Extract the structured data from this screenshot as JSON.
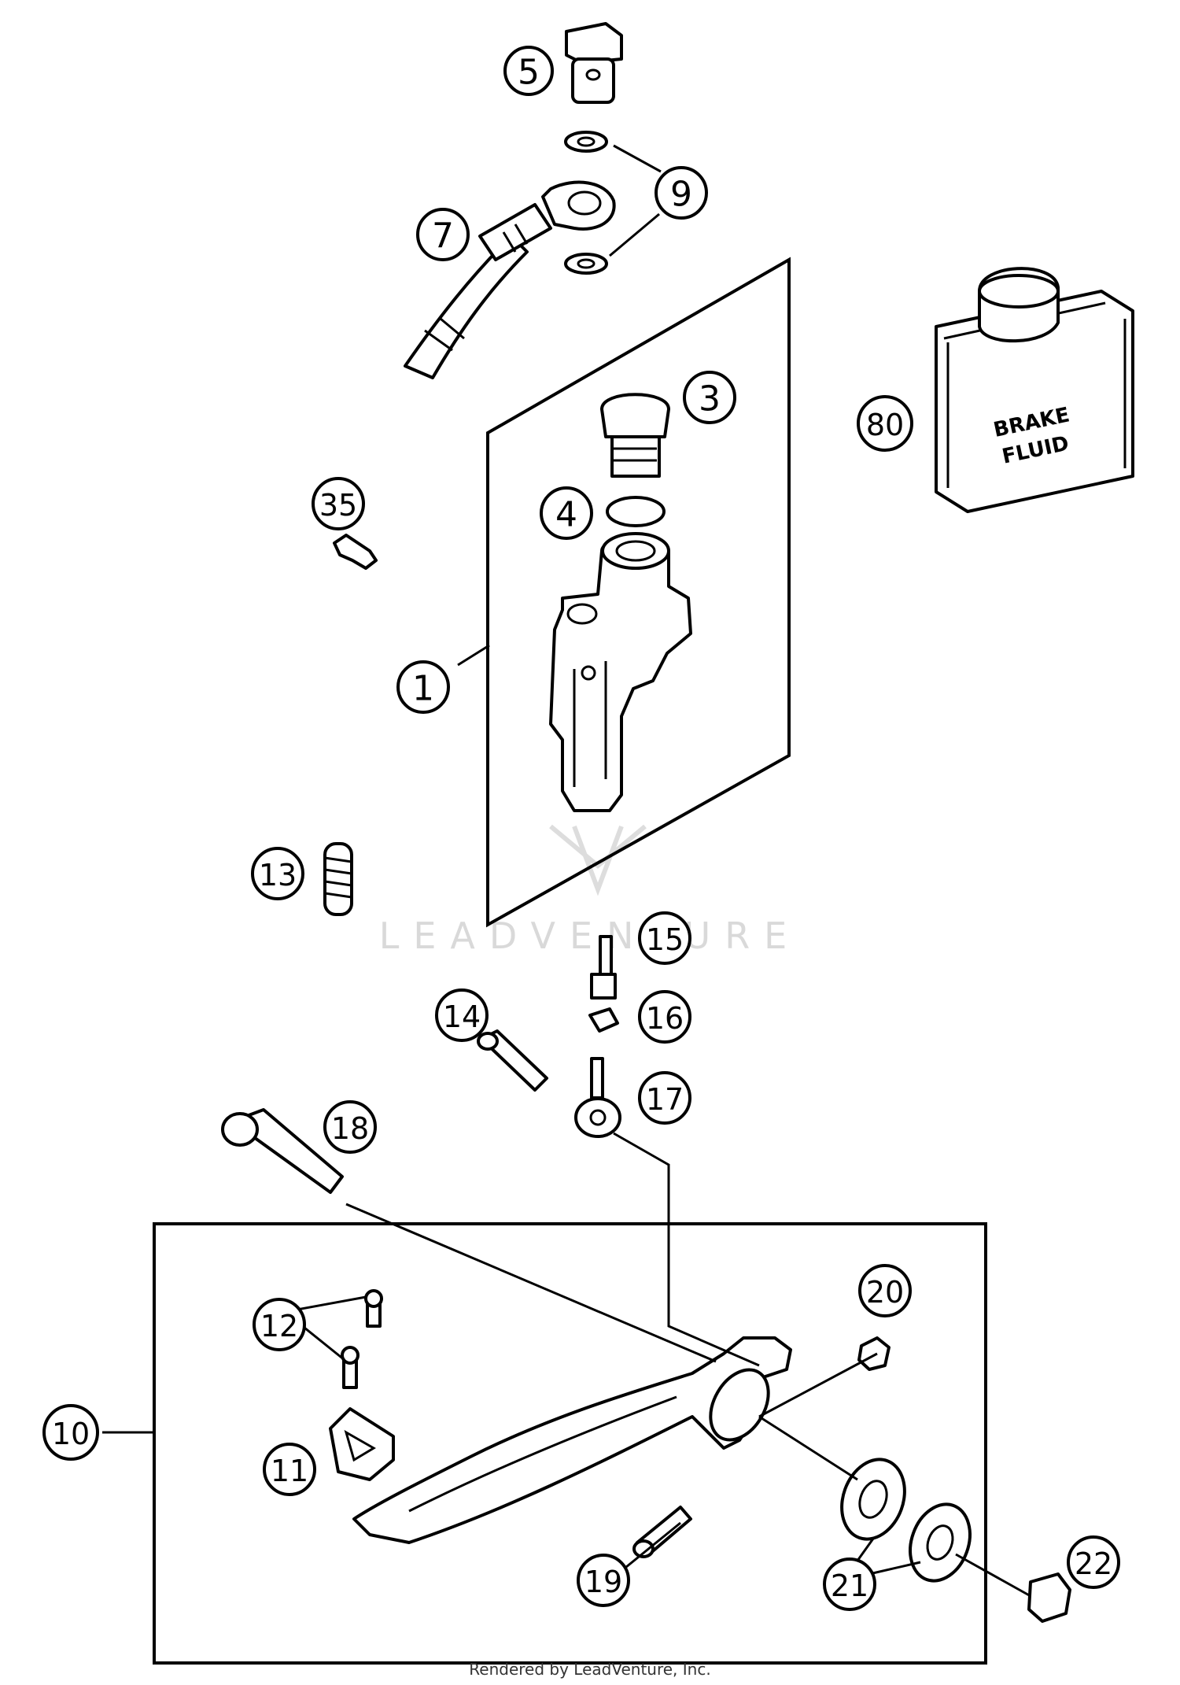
{
  "callouts": {
    "c1": "1",
    "c3": "3",
    "c4": "4",
    "c5": "5",
    "c7": "7",
    "c9": "9",
    "c10": "10",
    "c11": "11",
    "c12": "12",
    "c13": "13",
    "c14": "14",
    "c15": "15",
    "c16": "16",
    "c17": "17",
    "c18": "18",
    "c19": "19",
    "c20": "20",
    "c21": "21",
    "c22": "22",
    "c35": "35",
    "c80": "80"
  },
  "bottle_label": {
    "line1": "BRAKE",
    "line2": "FLUID"
  },
  "watermark": "LEADVENTURE",
  "footer": "Rendered by LeadVenture, Inc."
}
